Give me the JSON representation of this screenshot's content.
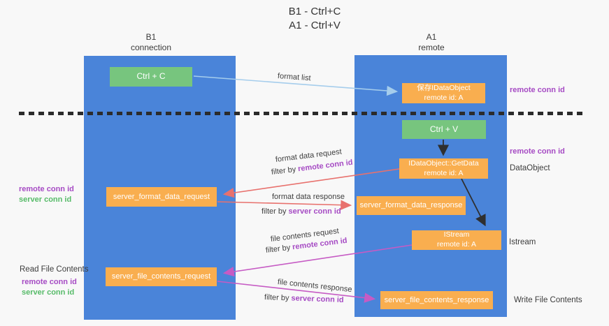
{
  "title": {
    "line1": "B1 - Ctrl+C",
    "line2": "A1 - Ctrl+V"
  },
  "lanes": {
    "left": {
      "header_line1": "B1",
      "header_line2": "connection"
    },
    "right": {
      "header_line1": "A1",
      "header_line2": "remote"
    }
  },
  "nodes": {
    "ctrl_c": {
      "label": "Ctrl + C"
    },
    "save_dataobject": {
      "line1": "保存IDataObject",
      "line2": "remote id: A"
    },
    "ctrl_v": {
      "label": "Ctrl + V"
    },
    "getdata": {
      "line1": "IDataObject::GetData",
      "line2": "remote id: A"
    },
    "format_request": {
      "label": "server_format_data_request"
    },
    "format_response": {
      "label": "server_format_data_response"
    },
    "istream": {
      "line1": "IStream",
      "line2": "remote id: A"
    },
    "file_request": {
      "label": "server_file_contents_request"
    },
    "file_response": {
      "label": "server_file_contents_response"
    }
  },
  "edge_labels": {
    "format_list": "format list",
    "format_data_request": "format data request",
    "format_data_response": "format data response",
    "file_contents_request": "file contents request",
    "file_contents_response": "file contents response",
    "filter_by": "filter by"
  },
  "side_labels": {
    "remote_conn_id": "remote conn id",
    "server_conn_id": "server conn id",
    "read_file_contents": "Read File Contents",
    "write_file_contents": "Write File Contents",
    "dataobject": "DataObject",
    "istream": "Istream"
  },
  "colors": {
    "lane_blue": "#4a84d9",
    "node_orange": "#f9ae4f",
    "node_green": "#77c57e",
    "arrow_blue": "#a5cdec",
    "arrow_red": "#e8716d",
    "arrow_magenta": "#c65bc4",
    "arrow_black": "#2f2f2f",
    "text_purple": "#a64bc4",
    "text_green": "#57bb69"
  }
}
